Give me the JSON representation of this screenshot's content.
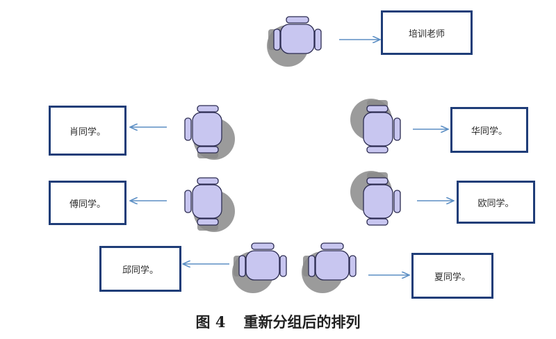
{
  "labels": {
    "teacher": "培训老师",
    "xiao": "肖同学。",
    "fu": "傅同学。",
    "qiu": "邱同学。",
    "hua": "华同学。",
    "ou": "欧同学。",
    "xia": "夏同学。"
  },
  "caption": {
    "figure": "图 4",
    "title": "重新分组后的排列"
  },
  "colors": {
    "chair_fill": "#c8c6f0",
    "chair_stroke": "#2b2b50",
    "shadow": "#8a8a8a",
    "arrow": "#5b8ec4",
    "box_border": "#1f3d78"
  }
}
